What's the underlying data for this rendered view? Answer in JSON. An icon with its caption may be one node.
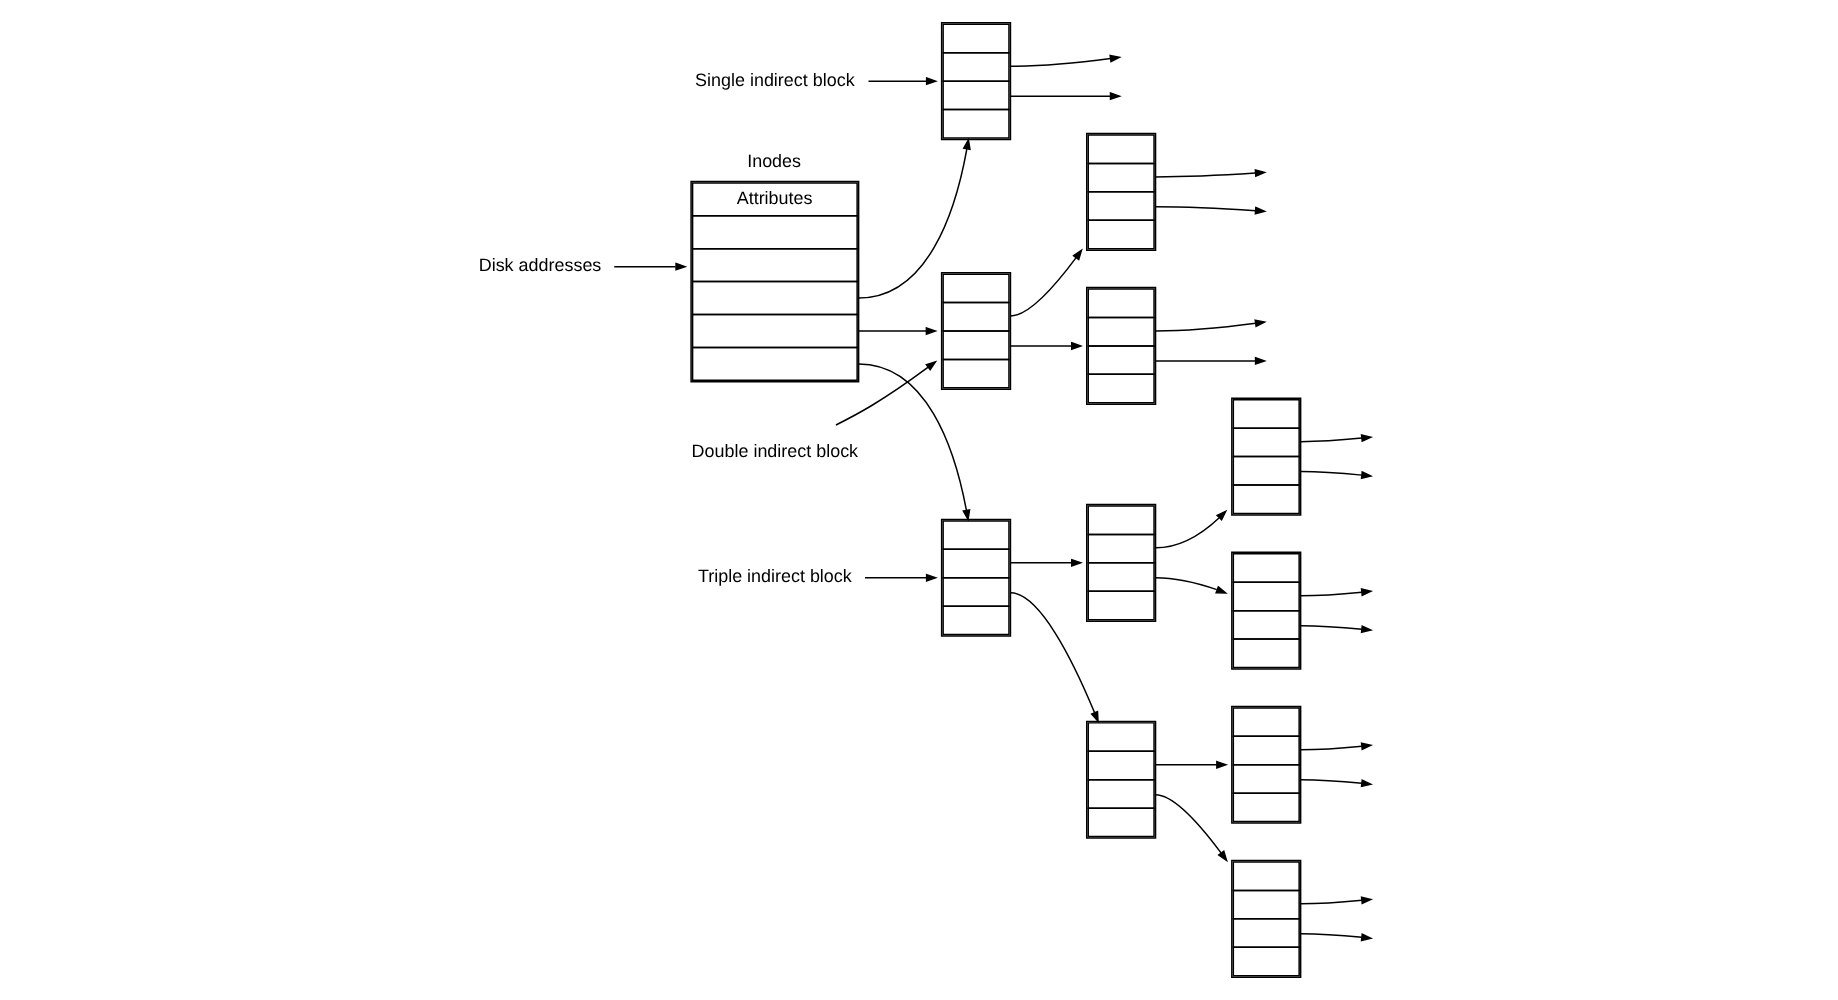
{
  "diagram": {
    "nodes": [
      {
        "text": [
          "Inodes",
          "Attributes"
        ]
      },
      {
        "text": [
          "Single indirect block"
        ]
      },
      {
        "text": [
          "Double indirect block"
        ]
      },
      {
        "text": [],
        "shape": "box"
      },
      {
        "text": [],
        "shape": "box"
      },
      {
        "text": [],
        "shape": "box"
      },
      {
        "text": [],
        "shape": "box"
      },
      {
        "text": [],
        "shape": "box"
      },
      {
        "text": [],
        "shape": "box"
      },
      {
        "text": [],
        "shape": "box"
      },
      {
        "text": [
          "Disk addresses"
        ]
      },
      {
        "text": [],
        "shape": "box"
      },
      {
        "text": [],
        "shape": "box"
      },
      {
        "text": [],
        "shape": "box"
      },
      {
        "text": [],
        "shape": "box"
      },
      {
        "text": [
          "Triple indirect block"
        ]
      }
    ],
    "edges": [
      {
        "from": 0,
        "to": 3,
        "arrow": "to"
      },
      {
        "from": 0,
        "to": 4,
        "arrow": "to"
      },
      {
        "from": 0,
        "to": 11,
        "arrow": "to"
      },
      {
        "from": 1,
        "to": 3,
        "arrow": "to"
      },
      {
        "from": 2,
        "to": 4,
        "arrow": "to"
      },
      {
        "from": 15,
        "to": 11,
        "arrow": "to"
      },
      {
        "from": 10,
        "to": 0,
        "arrow": "to"
      },
      {
        "from": 3,
        "to": null,
        "arrow": "to"
      },
      {
        "from": 3,
        "to": null,
        "arrow": "to"
      },
      {
        "from": 4,
        "to": 5,
        "arrow": "to"
      },
      {
        "from": 4,
        "to": 6,
        "arrow": "to"
      },
      {
        "from": 5,
        "to": null,
        "arrow": "to"
      },
      {
        "from": 5,
        "to": null,
        "arrow": "to"
      },
      {
        "from": 6,
        "to": null,
        "arrow": "to"
      },
      {
        "from": 6,
        "to": null,
        "arrow": "to"
      },
      {
        "from": 11,
        "to": 8,
        "arrow": "to"
      },
      {
        "from": 11,
        "to": 12,
        "arrow": "to"
      },
      {
        "from": 8,
        "to": 7,
        "arrow": "to"
      },
      {
        "from": 8,
        "to": 9,
        "arrow": "to"
      },
      {
        "from": 12,
        "to": 13,
        "arrow": "to"
      },
      {
        "from": 12,
        "to": 14,
        "arrow": "to"
      },
      {
        "from": 7,
        "to": null,
        "arrow": "to"
      },
      {
        "from": 7,
        "to": null,
        "arrow": "to"
      },
      {
        "from": 9,
        "to": null,
        "arrow": "to"
      },
      {
        "from": 9,
        "to": null,
        "arrow": "to"
      },
      {
        "from": 13,
        "to": null,
        "arrow": "to"
      },
      {
        "from": 13,
        "to": null,
        "arrow": "to"
      },
      {
        "from": 14,
        "to": null,
        "arrow": "to"
      },
      {
        "from": 14,
        "to": null,
        "arrow": "to"
      }
    ]
  }
}
